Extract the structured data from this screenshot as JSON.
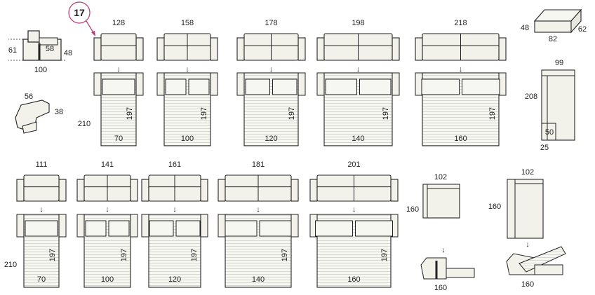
{
  "badge": "17",
  "colors": {
    "line": "#222222",
    "fill": "#f2f2ea",
    "stripe": "#d0d0c8",
    "badge": "#b03a7a"
  },
  "arrow_glyph": "↓",
  "armchair": {
    "width": "100",
    "height": "61",
    "seat_height": "48",
    "depth": "58"
  },
  "headrest": {
    "width": "56",
    "height": "38"
  },
  "pouf": {
    "a": "48",
    "b": "82",
    "c": "62"
  },
  "chaise": {
    "width": "99",
    "length": "208",
    "seat": "50",
    "arm": "25"
  },
  "bed_length": "197",
  "depth_label": "210",
  "row1_sofa_widths": [
    "128",
    "158",
    "178",
    "198",
    "218"
  ],
  "row1_bed_widths": [
    "70",
    "100",
    "120",
    "140",
    "160"
  ],
  "row2_sofa_widths": [
    "111",
    "141",
    "161",
    "181",
    "201"
  ],
  "row2_bed_widths": [
    "70",
    "100",
    "120",
    "140",
    "160"
  ],
  "corner_units": [
    {
      "width": "102",
      "length": "160",
      "bed": "160"
    },
    {
      "width": "102",
      "length": "160",
      "bed": "160"
    }
  ]
}
